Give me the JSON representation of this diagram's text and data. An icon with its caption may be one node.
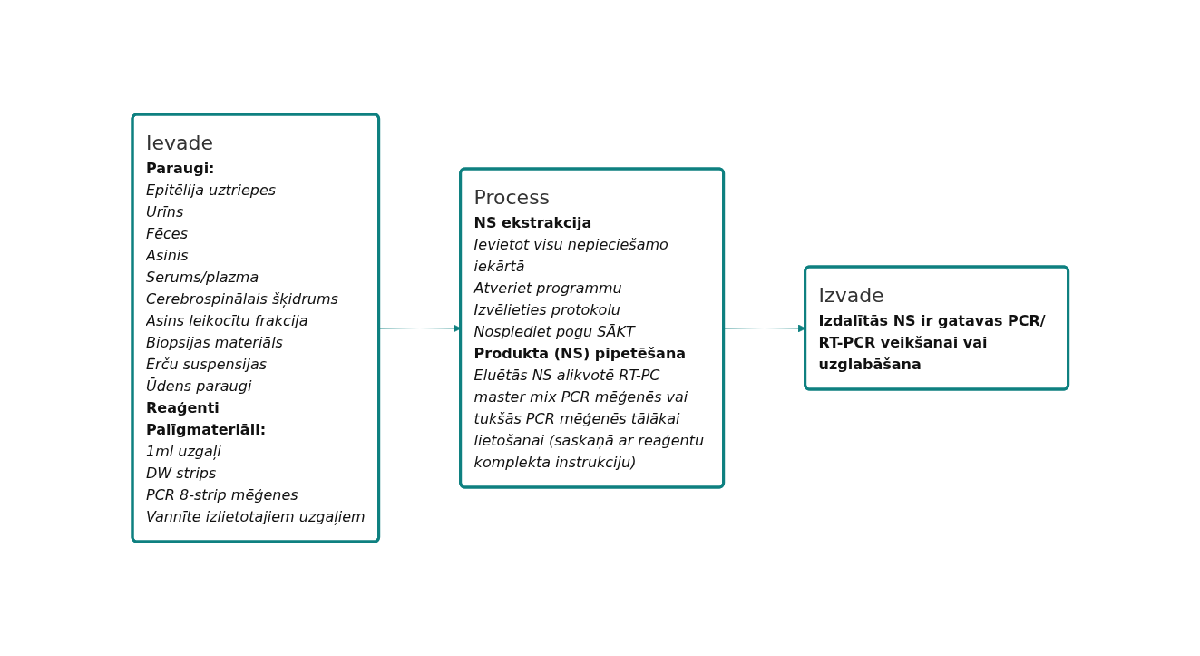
{
  "diagram": {
    "nodes": [
      {
        "text": [
          "Ievade",
          "Paraugi:",
          "Epitēlija uztriepes",
          "Urīns",
          "Fēces",
          "Asinis",
          "Serums/plazma",
          "Cerebrospinālais šķidrums",
          "Asins leikocītu frakcija",
          "Biopsijas materiāls",
          "Ērču suspensijas",
          "Ūdens paraugi",
          "Reaģenti",
          "Palīgmateriāli:",
          "1ml uzgaļi",
          "DW strips",
          "PCR 8-strip mēģenes",
          "Vannīte izlietotajiem uzgaļiem"
        ]
      },
      {
        "text": [
          "Process",
          "NS ekstrakcija",
          "Ievietot visu nepieciešamo iekārtā",
          "Atveriet programmu",
          "Izvēlieties protokolu",
          "Nospiediet pogu SĀKT",
          "Produkta (NS) pipetēšana",
          "Eluētās NS alikvotē RT-PC master mix PCR mēģenēs vai tukšās PCR mēģenēs tālākai lietošanai (saskaņā ar reaģentu komplekta instrukciju)"
        ]
      },
      {
        "text": [
          "Izvade",
          "Izdalītās NS ir gatavas PCR/ RT-PCR veikšanai vai uzglabāšana"
        ]
      }
    ],
    "edges": [
      {
        "from": 0,
        "to": 1,
        "arrow": "to"
      },
      {
        "from": 1,
        "to": 2,
        "arrow": "to"
      }
    ]
  }
}
